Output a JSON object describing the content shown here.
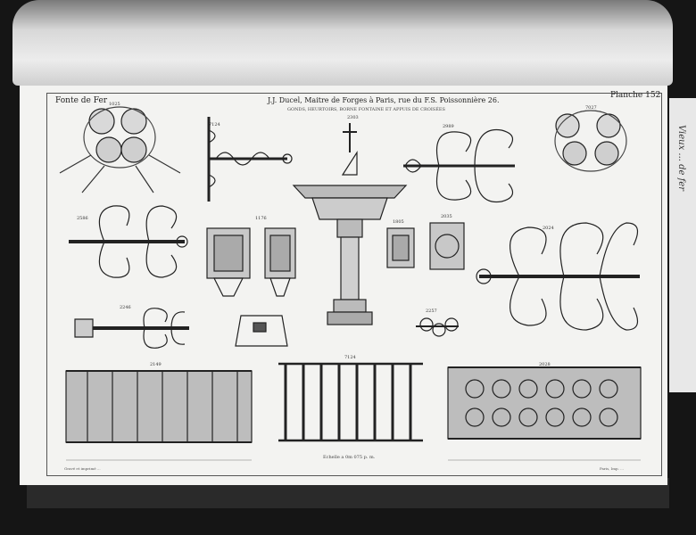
{
  "plate": {
    "header_left": "Fonte de Fer",
    "header_center": "J.J. Ducel, Maitre de Forges à Paris, rue du F.S. Poissonnière 26.",
    "header_right": "Planche 152",
    "subtitle": "GONDS, HEURTOIRS, BORNE FONTAINE ET APPUIS DE CROISÉES",
    "scale_note": "Echelle a 0m 075 p. m.",
    "footer_left": "Gravé et imprimé ...",
    "footer_right": "Paris, Imp. ..."
  },
  "item_numbers": [
    "1025",
    "7124",
    "2303",
    "2989",
    "7027",
    "2586",
    "1176",
    "1805",
    "2035",
    "2024",
    "2246",
    "2257",
    "2149",
    "7124",
    "2028"
  ],
  "margin_note": "Vieux ... de fer"
}
